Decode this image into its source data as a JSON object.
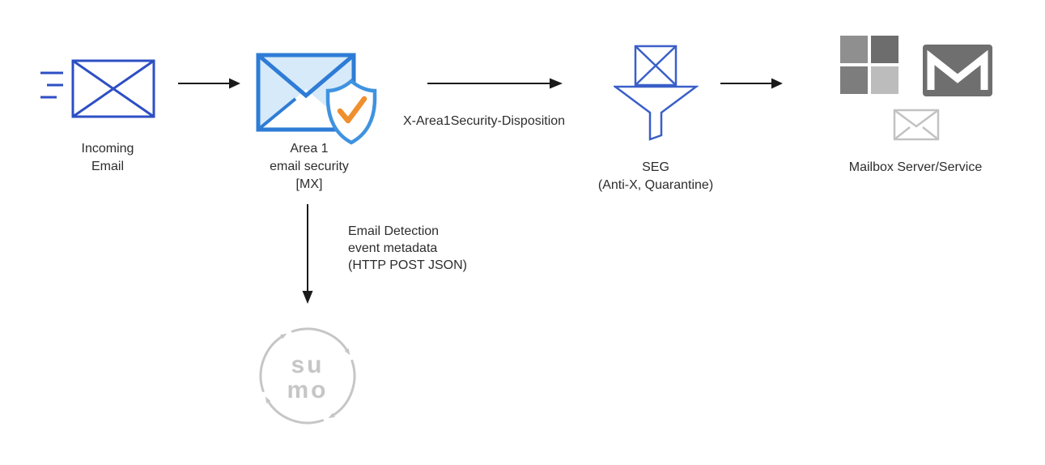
{
  "colors": {
    "envelope_blue": "#2d4fc4",
    "area1_blue": "#2e7cd6",
    "area1_fill": "#d7eaf9",
    "shield_blue": "#3f93e0",
    "check_orange": "#ef8f2e",
    "seg_blue": "#3a5fc8",
    "arrow_black": "#1a1a1a",
    "microsoft_grays": [
      "#8f8f8f",
      "#6d6d6d",
      "#7d7d7d",
      "#bcbcbc"
    ],
    "gmail_gray": "#6f6f6f",
    "light_envelope_gray": "#c2c2c2",
    "sumo_gray": "#c6c6c6",
    "text": "#2d2d2d"
  },
  "nodes": {
    "incoming_email": {
      "lines": [
        "Incoming",
        "Email"
      ]
    },
    "area1": {
      "lines": [
        "Area 1",
        "email security",
        "[MX]"
      ]
    },
    "seg": {
      "lines": [
        "SEG",
        "(Anti-X, Quarantine)"
      ]
    },
    "mailbox": {
      "label": "Mailbox Server/Service"
    },
    "sumo_logic": {
      "lines": [
        "su",
        "mo"
      ]
    }
  },
  "edges": {
    "disposition": {
      "label": "X-Area1Security-Disposition"
    },
    "metadata": {
      "lines": [
        "Email Detection",
        "event metadata",
        "(HTTP POST JSON)"
      ]
    }
  }
}
